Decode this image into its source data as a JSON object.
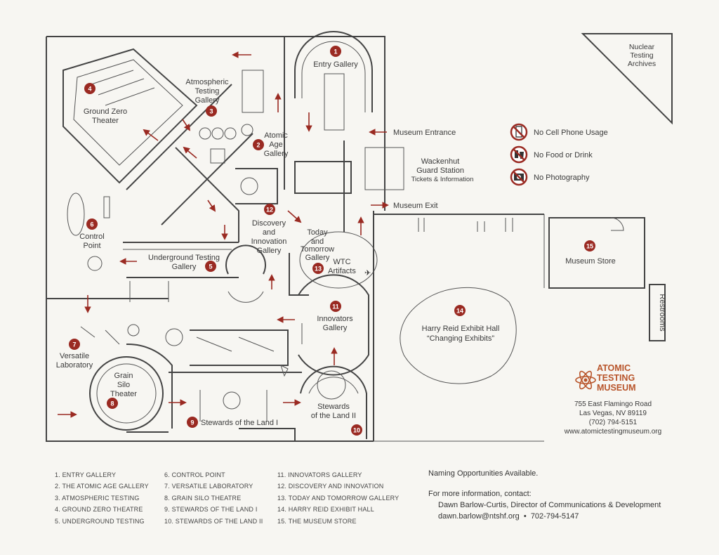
{
  "archives_label": [
    "Nuclear",
    "Testing",
    "Archives"
  ],
  "rules": [
    {
      "icon": "no-cell-phone-icon",
      "label": "No Cell Phone Usage"
    },
    {
      "icon": "no-food-drink-icon",
      "label": "No Food or Drink"
    },
    {
      "icon": "no-photography-icon",
      "label": "No Photography"
    }
  ],
  "entrance_label": "Museum Entrance",
  "exit_label": "Museum Exit",
  "guard_station": {
    "lines": [
      "Wackenhut",
      "Guard Station"
    ],
    "sub": "Tickets & Information"
  },
  "galleries": [
    {
      "num": "1",
      "lines": [
        "Entry Gallery"
      ]
    },
    {
      "num": "2",
      "lines": [
        "Atomic",
        "Age",
        "Gallery"
      ]
    },
    {
      "num": "3",
      "lines": [
        "Atmospheric",
        "Testing",
        "Gallery"
      ]
    },
    {
      "num": "4",
      "lines": [
        "Ground Zero",
        "Theater"
      ]
    },
    {
      "num": "5",
      "lines": [
        "Underground Testing",
        "Gallery"
      ]
    },
    {
      "num": "6",
      "lines": [
        "Control",
        "Point"
      ]
    },
    {
      "num": "7",
      "lines": [
        "Versatile",
        "Laboratory"
      ]
    },
    {
      "num": "8",
      "lines": [
        "Grain",
        "Silo",
        "Theater"
      ]
    },
    {
      "num": "9",
      "lines": [
        "Stewards of the Land I"
      ]
    },
    {
      "num": "10",
      "lines": [
        "Stewards",
        "of the Land II"
      ]
    },
    {
      "num": "11",
      "lines": [
        "Innovators",
        "Gallery"
      ]
    },
    {
      "num": "12",
      "lines": [
        "Discovery",
        "and",
        "Innovation",
        "Gallery"
      ]
    },
    {
      "num": "13",
      "lines": [
        "WTC",
        "Artifacts"
      ]
    },
    {
      "num": "14",
      "lines": [
        "Harry Reid Exhibit Hall",
        "“Changing Exhibits”"
      ]
    },
    {
      "num": "15",
      "lines": [
        "Museum Store"
      ]
    }
  ],
  "today_tomorrow_label": [
    "Today",
    "and",
    "Tomorrow",
    "Gallery"
  ],
  "restrooms_label": "Restrooms",
  "museum_logo": {
    "line1": "ATOMIC",
    "line2": "TESTING",
    "line3": "MUSEUM"
  },
  "address": [
    "755 East Flamingo Road",
    "Las Vegas, NV 89119",
    "(702) 794-5151",
    "www.atomictestingmuseum.org"
  ],
  "legend": [
    "1. ENTRY GALLERY",
    "2. THE ATOMIC AGE GALLERY",
    "3. ATMOSPHERIC TESTING",
    "4. GROUND ZERO THEATRE",
    "5. UNDERGROUND TESTING",
    "6. CONTROL POINT",
    "7. VERSATILE LABORATORY",
    "8. GRAIN SILO THEATRE",
    "9. STEWARDS OF THE LAND I",
    "10. STEWARDS OF THE LAND II",
    "11. INNOVATORS GALLERY",
    "12. DISCOVERY AND INNOVATION",
    "13. TODAY AND TOMORROW GALLERY",
    "14. HARRY REID EXHIBIT HALL",
    "15. THE MUSEUM STORE"
  ],
  "naming_opportunities": "Naming Opportunities Available.",
  "more_info_label": "For more information, contact:",
  "contact_name": "Dawn Barlow-Curtis, Director of Communications & Development",
  "contact_email": "dawn.barlow@ntshf.org",
  "contact_phone": "702-794-5147",
  "colors": {
    "accent": "#9a2a22",
    "wall": "#444444",
    "background": "#f7f6f2"
  }
}
